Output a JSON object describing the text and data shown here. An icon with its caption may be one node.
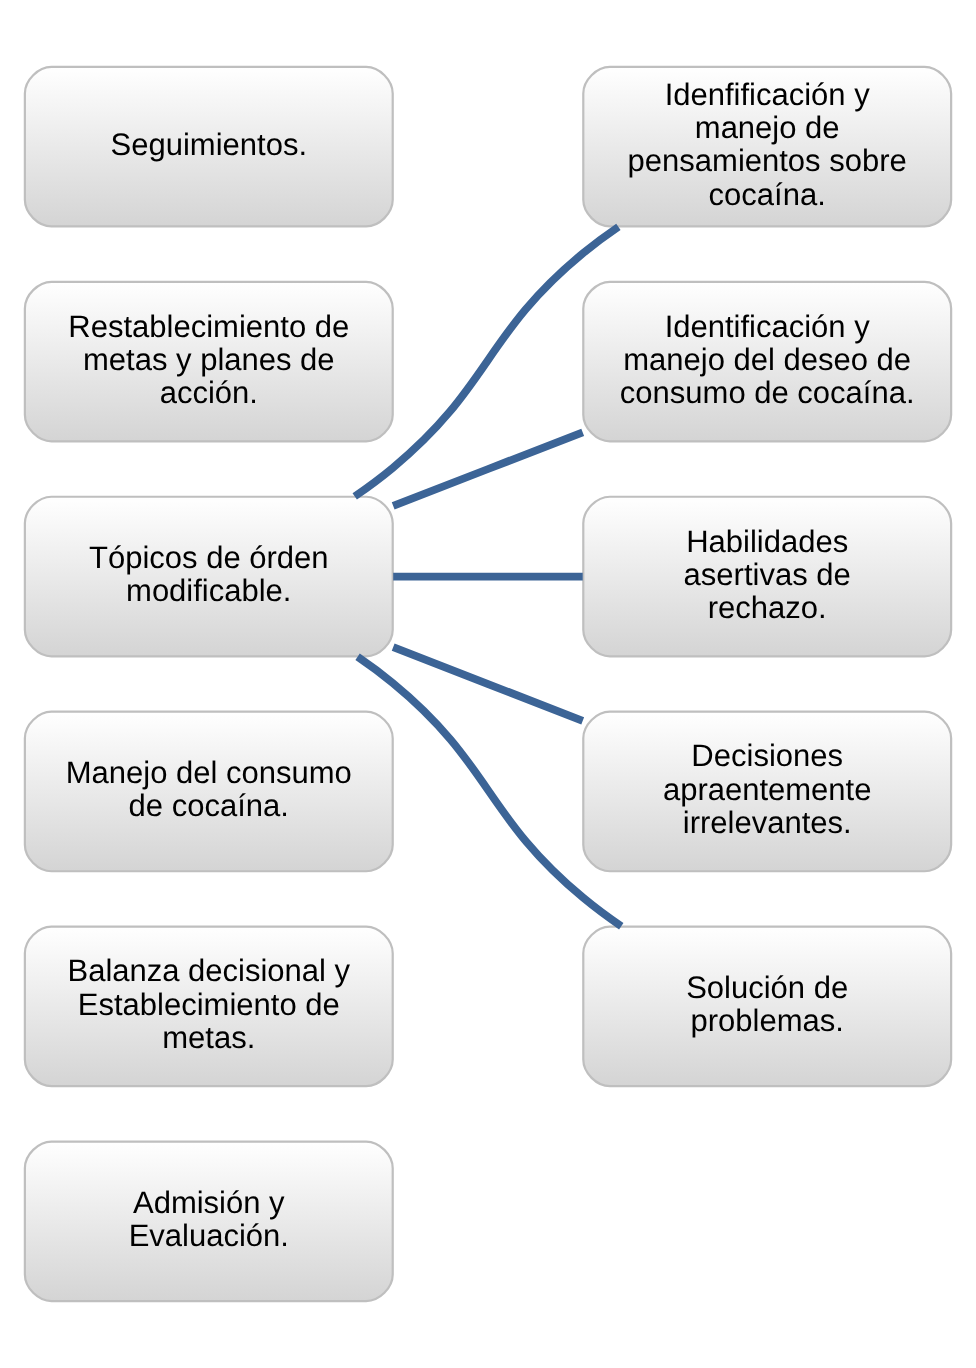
{
  "diagram": {
    "nodes": [
      {
        "text": [
          "Admisión y Evaluación."
        ]
      },
      {
        "text": [
          "Balanza decisional y Establecimiento de metas."
        ]
      },
      {
        "text": [
          "Manejo del consumo de cocaína."
        ]
      },
      {
        "text": [
          "Tópicos de órden modificable."
        ]
      },
      {
        "text": [
          "Restablecimiento de metas y planes de acción."
        ]
      },
      {
        "text": [
          "Seguimientos."
        ]
      },
      {
        "text": [
          "Idenfificación y manejo de pensamientos sobre cocaína."
        ]
      },
      {
        "text": [
          "Identificación y manejo del deseo de consumo de cocaína."
        ]
      },
      {
        "text": [
          "Habilidades asertivas de rechazo."
        ]
      },
      {
        "text": [
          "Decisiones apraentemente irrelevantes."
        ]
      },
      {
        "text": [
          "Solución de problemas."
        ]
      }
    ],
    "edges": [
      {
        "from": 3,
        "to": 6,
        "arrow": "none"
      },
      {
        "from": 3,
        "to": 7,
        "arrow": "none"
      },
      {
        "from": 3,
        "to": 8,
        "arrow": "none"
      },
      {
        "from": 3,
        "to": 9,
        "arrow": "none"
      },
      {
        "from": 3,
        "to": 10,
        "arrow": "none"
      }
    ]
  }
}
